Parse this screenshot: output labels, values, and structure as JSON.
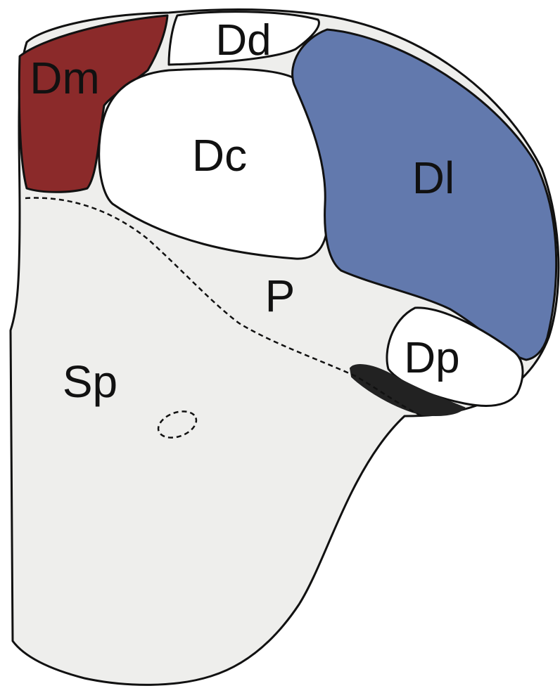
{
  "diagram": {
    "regions": [
      {
        "id": "Dd",
        "label": "Dd",
        "color": "#ffffff"
      },
      {
        "id": "Dm",
        "label": "Dm",
        "color": "#8b2a2a"
      },
      {
        "id": "Dc",
        "label": "Dc",
        "color": "#ffffff"
      },
      {
        "id": "Dl",
        "label": "Dl",
        "color": "#6279ad"
      },
      {
        "id": "P",
        "label": "P",
        "color": "#eeeeec"
      },
      {
        "id": "Dp",
        "label": "Dp",
        "color": "#ffffff"
      },
      {
        "id": "Sp",
        "label": "Sp",
        "color": "#eeeeec"
      }
    ],
    "background_color": "#eeeeec",
    "dark_band_color": "#222222"
  }
}
